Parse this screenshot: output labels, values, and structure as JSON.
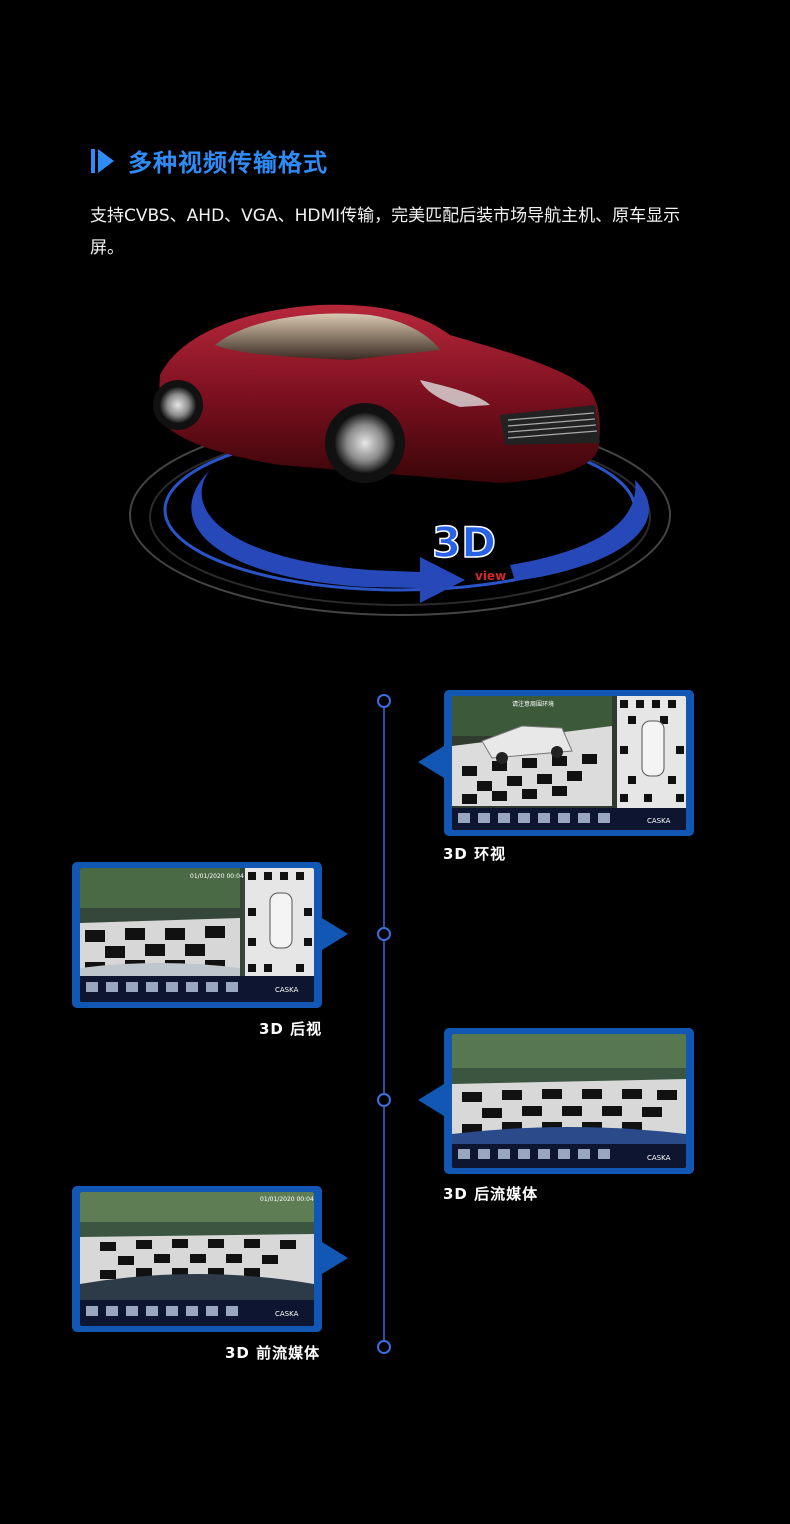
{
  "header": {
    "title": "多种视频传输格式",
    "description": "支持CVBS、AHD、VGA、HDMI传输，完美匹配后装市场导航主机、原车显示屏。"
  },
  "hero": {
    "badge_main": "3D",
    "badge_sub": "view"
  },
  "colors": {
    "accent": "#2f8cf6",
    "card_frame": "#1257b4",
    "timeline": "#2a4ea8"
  },
  "timeline": [
    {
      "caption": "3D 环视"
    },
    {
      "caption": "3D 后视"
    },
    {
      "caption": "3D 后流媒体"
    },
    {
      "caption": "3D 前流媒体"
    }
  ],
  "screen_ui": {
    "brand": "CASKA",
    "date_text": "01/01/2020 00:04",
    "overlay_text": "请注意周围环境"
  }
}
